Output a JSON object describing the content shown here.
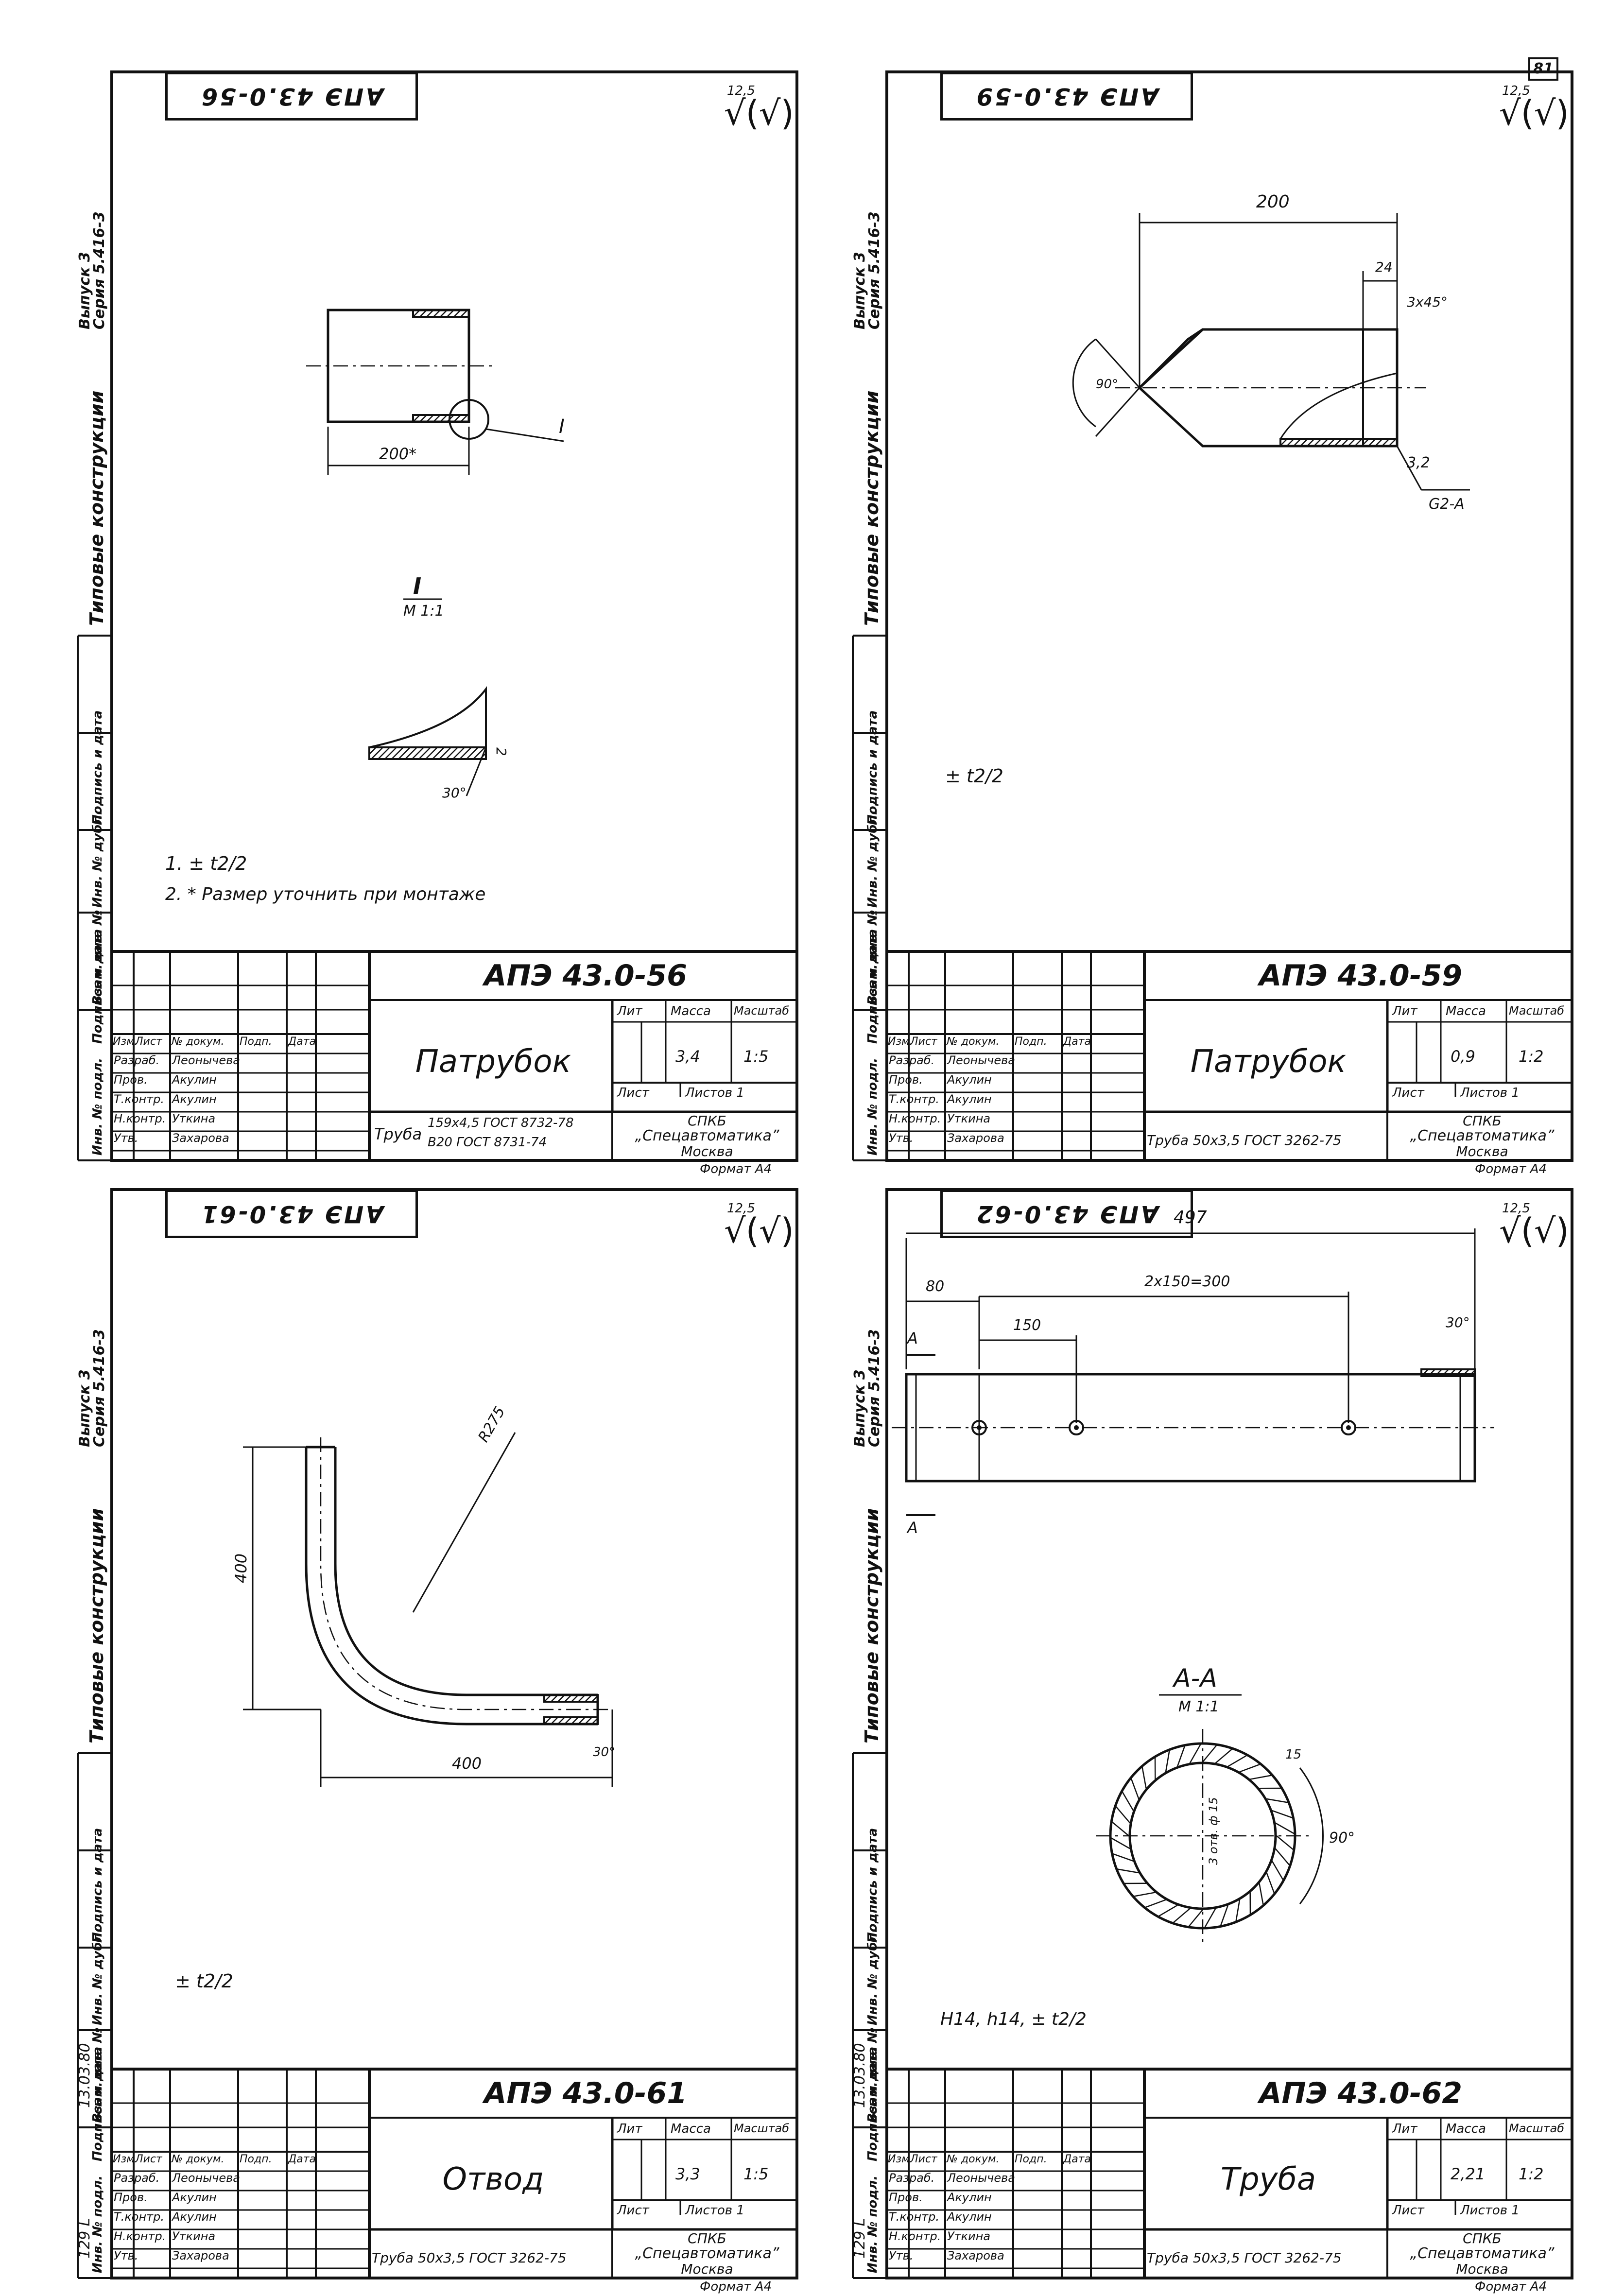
{
  "page_number": "81",
  "sheets": [
    {
      "id": "56",
      "stamp": "АПЭ 43.0-56",
      "code": "АПЭ 43.0-56",
      "roughness": "12,5",
      "name": "Патрубок",
      "mass": "3,4",
      "scale": "1:5",
      "sheet_label": "Лист",
      "sheets_label": "Листов 1",
      "material_label": "Труба",
      "material_line1": "159х4,5 ГОСТ 8732-78",
      "material_line2": "В20 ГОСТ 8731-74",
      "org_line1": "СПКБ",
      "org_line2": "„Спецавтоматика”",
      "org_line3": "Москва",
      "format": "Формат А4",
      "dims": {
        "length": "200*",
        "detail": "I",
        "detail_title": "I",
        "detail_scale": "М 1:1",
        "angle": "30°",
        "depth": "2"
      },
      "notes": [
        "1. ± t2/2",
        "2. * Размер уточнить при монтаже"
      ],
      "sidebar": {
        "series": "Выпуск 3",
        "seria": "Серия 5.416-3",
        "typical": "Типовые конструкции"
      }
    },
    {
      "id": "59",
      "stamp": "АПЭ 43.0-59",
      "code": "АПЭ 43.0-59",
      "roughness": "12,5",
      "name": "Патрубок",
      "mass": "0,9",
      "scale": "1:2",
      "sheet_label": "Лист",
      "sheets_label": "Листов 1",
      "material_label": "Труба 50х3,5 ГОСТ 3262-75",
      "org_line1": "СПКБ",
      "org_line2": "„Спецавтоматика”",
      "org_line3": "Москва",
      "format": "Формат А4",
      "dims": {
        "length": "200",
        "end": "24",
        "chamfer": "3х45°",
        "angle": "90°",
        "thickness": "3,2",
        "weld": "G2-A"
      },
      "notes": [
        "± t2/2"
      ],
      "sidebar": {
        "series": "Выпуск 3",
        "seria": "Серия 5.416-3",
        "typical": "Типовые конструкции"
      }
    },
    {
      "id": "61",
      "stamp": "АПЭ 43.0-61",
      "code": "АПЭ 43.0-61",
      "roughness": "12,5",
      "name": "Отвод",
      "mass": "3,3",
      "scale": "1:5",
      "sheet_label": "Лист",
      "sheets_label": "Листов 1",
      "material_label": "Труба 50х3,5 ГОСТ 3262-75",
      "org_line1": "СПКБ",
      "org_line2": "„Спецавтоматика”",
      "org_line3": "Москва",
      "format": "Формат А4",
      "dims": {
        "height": "400",
        "width": "400",
        "radius": "R275",
        "angle": "30°"
      },
      "notes": [
        "± t2/2"
      ],
      "sidebar": {
        "series": "Выпуск 3",
        "seria": "Серия 5.416-3",
        "typical": "Типовые конструкции"
      }
    },
    {
      "id": "62",
      "stamp": "АПЭ 43.0-62",
      "code": "АПЭ 43.0-62",
      "roughness": "12,5",
      "name": "Труба",
      "mass": "2,21",
      "scale": "1:2",
      "sheet_label": "Лист",
      "sheets_label": "Листов 1",
      "material_label": "Труба 50х3,5 ГОСТ 3262-75",
      "org_line1": "СПКБ",
      "org_line2": "„Спецавтоматика”",
      "org_line3": "Москва",
      "format": "Формат А4",
      "dims": {
        "total": "497",
        "offset": "80",
        "pitch": "2х150=300",
        "first": "150",
        "angle": "30°",
        "section": "А-А",
        "section_scale": "М 1:1",
        "cut": "А",
        "holes": "3 отв. ф 15",
        "depth": "15",
        "sector": "90°"
      },
      "notes": [
        "H14, h14, ± t2/2"
      ],
      "sidebar": {
        "series": "Выпуск 3",
        "seria": "Серия 5.416-3",
        "typical": "Типовые конструкции"
      }
    }
  ],
  "title_block": {
    "headers": [
      "Изм.",
      "Лист",
      "№ докум.",
      "Подп.",
      "Дата"
    ],
    "roles": [
      "Разраб.",
      "Пров.",
      "Т.контр.",
      "Н.контр.",
      "Утв."
    ],
    "people": [
      "Леонычева",
      "Акулин",
      "Акулин",
      "Уткина",
      "Захарова"
    ],
    "lit": "Лит",
    "massa": "Масса",
    "masshtab": "Масштаб"
  },
  "left_stack": [
    "Инв. № подл.",
    "Подпись и дата",
    "Взам. инв. №",
    "Инв. № дубл.",
    "Подпись и дата"
  ],
  "handwritten": {
    "inv_61": "129 L",
    "date_61": "13.03.80",
    "inv_62": "129 L",
    "date_62": "13.03.80"
  }
}
